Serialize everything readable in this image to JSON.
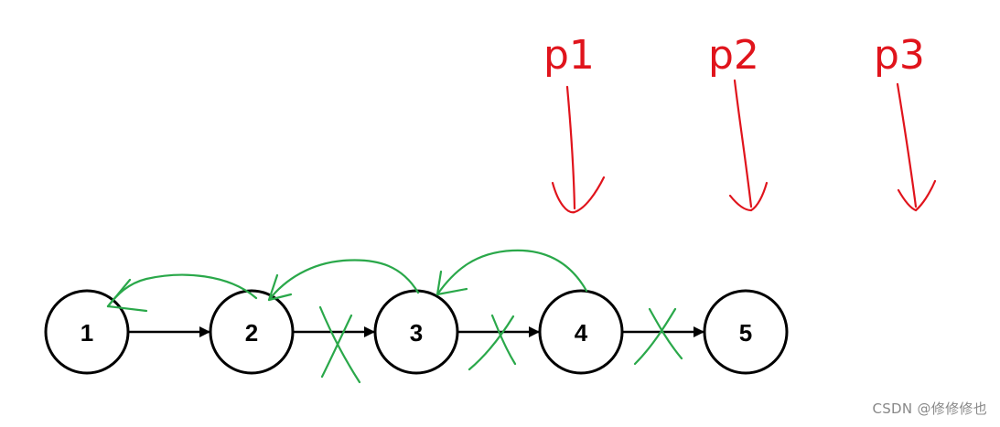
{
  "nodes": [
    {
      "id": "n1",
      "label": "1"
    },
    {
      "id": "n2",
      "label": "2"
    },
    {
      "id": "n3",
      "label": "3"
    },
    {
      "id": "n4",
      "label": "4"
    },
    {
      "id": "n5",
      "label": "5"
    }
  ],
  "pointers": [
    {
      "label": "p1"
    },
    {
      "label": "p2"
    },
    {
      "label": "p3"
    }
  ],
  "colors": {
    "node_stroke": "#000000",
    "pointer_red": "#e0141c",
    "annotation_green": "#2aa84a"
  },
  "watermark": "CSDN @修修修也"
}
